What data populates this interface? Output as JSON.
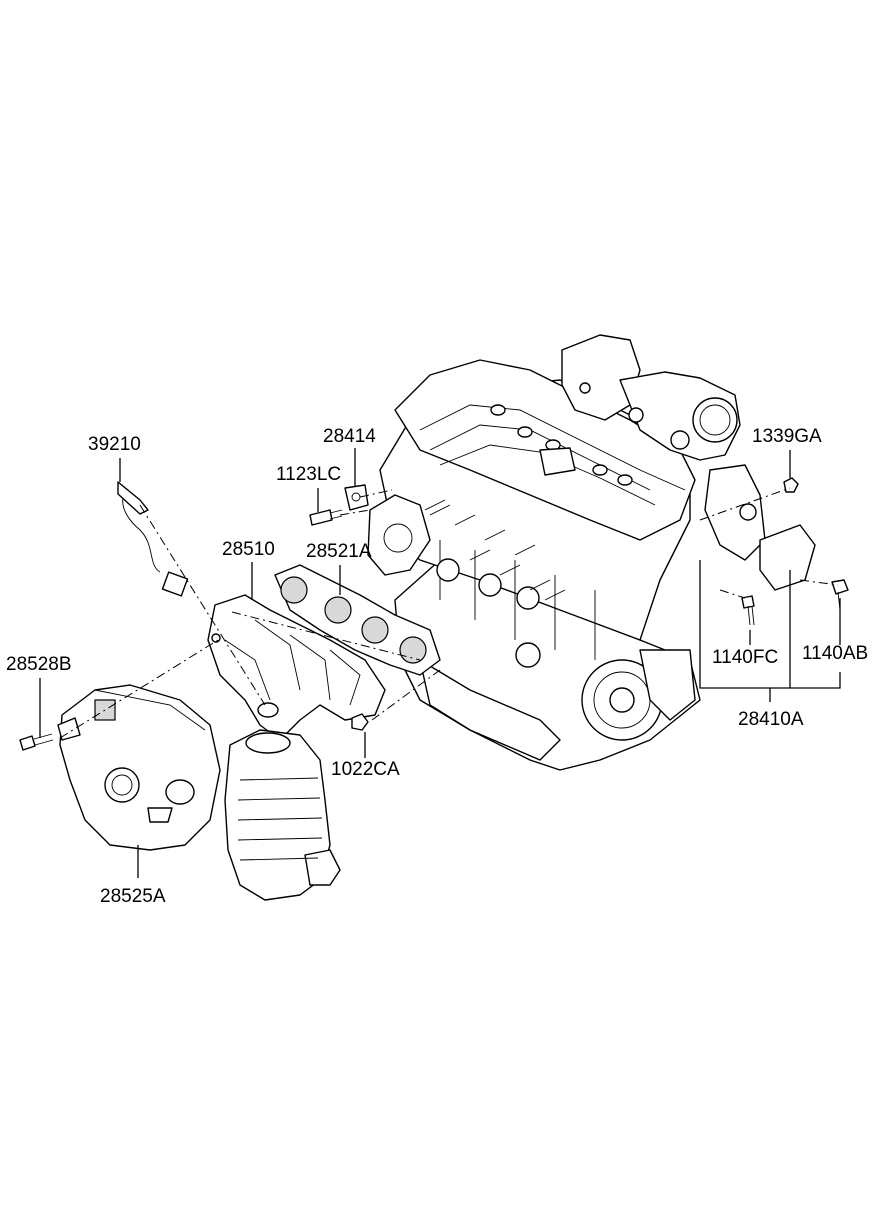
{
  "diagram": {
    "labels": {
      "p39210": "39210",
      "p28414": "28414",
      "p1123LC": "1123LC",
      "p28510": "28510",
      "p28521A": "28521A",
      "p1339GA": "1339GA",
      "p28528B": "28528B",
      "p1140FC": "1140FC",
      "p1140AB": "1140AB",
      "p28410A": "28410A",
      "p1022CA": "1022CA",
      "p28525A": "28525A"
    }
  }
}
